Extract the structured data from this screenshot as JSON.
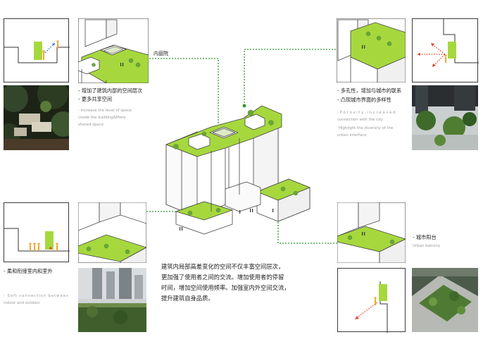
{
  "colors": {
    "green": "#7fc33b",
    "leader_green": "#2f9a2f",
    "orange": "#f0a530",
    "red_arrow": "#e2442c",
    "light_green_block": "#a6d83e"
  },
  "labels": {
    "inner_courtyard": "内庭院",
    "top_left": {
      "cn": [
        "- 增加了建筑内部的空间层次",
        "- 更多共享空间"
      ],
      "en": [
        "- Increase the level of space",
        "inside the building&More",
        "shared space"
      ]
    },
    "top_right": {
      "cn": [
        "- 多孔性，增加与城市的联系",
        "- 凸现城市界面的多样性"
      ],
      "en": [
        "- P o r o s i t y ,  i n c r e a s e d",
        "connection with the city",
        "-Highlight the diversity of the",
        "urban interface"
      ]
    },
    "bottom_left": {
      "cn": [
        "- 柔和衔接室内和室外"
      ],
      "en": [
        "- Soft connection between",
        "indoor and outdoor"
      ]
    },
    "bottom_right": {
      "cn": [
        "- 城市阳台"
      ],
      "en": [
        "Urban balcony"
      ]
    },
    "center_paragraph": [
      "建筑内局部高差变化的空间不仅丰富空间层次，",
      "更加强了使用者之间的交流。增加使用者的停留",
      "时间，增加空间使用频率。加强室内外空间交流，",
      "提升建筑自身品质。"
    ]
  },
  "icons": {
    "person": "person-figure-icon",
    "tree": "tree-icon",
    "arrow": "dashed-arrow-icon"
  }
}
